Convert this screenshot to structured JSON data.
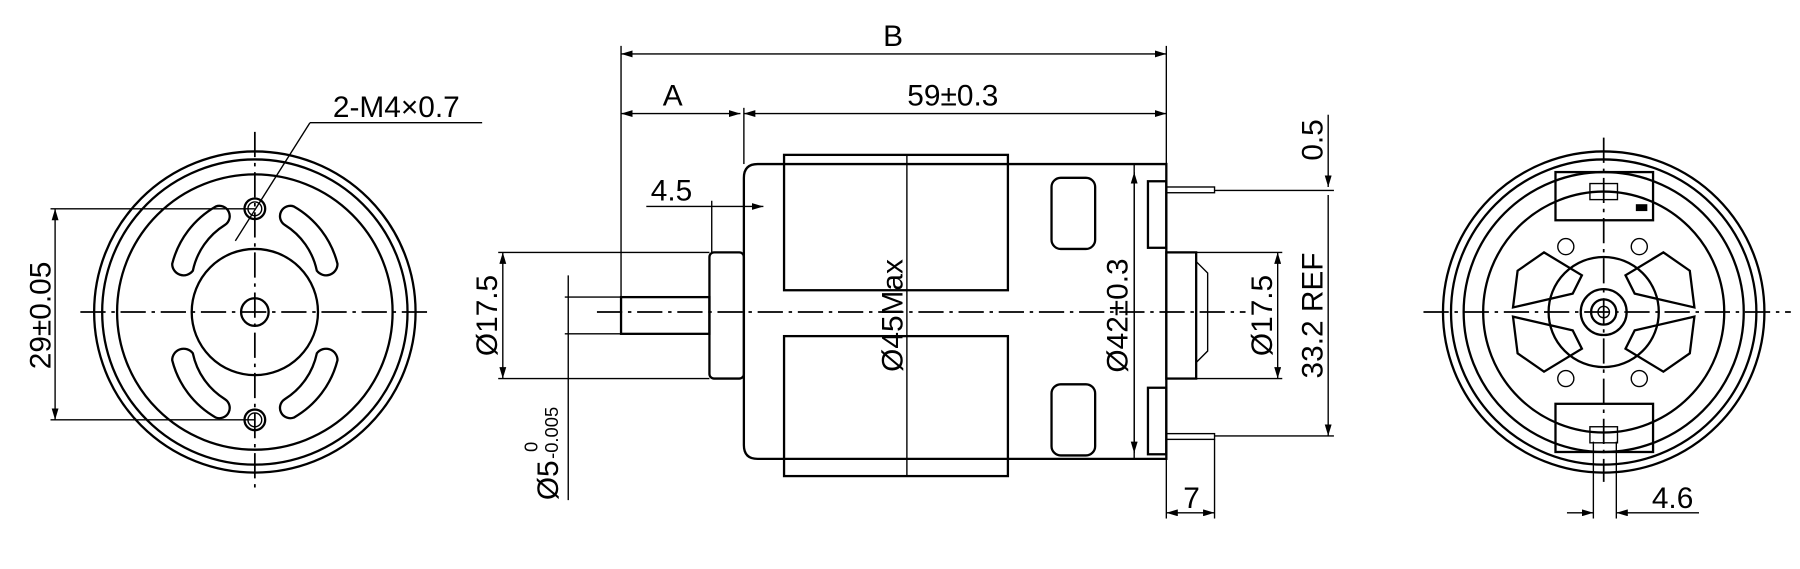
{
  "dimensions": {
    "b_label": "B",
    "a_label": "A",
    "body_length": "59±0.3",
    "thread_note": "2-M4×0.7",
    "hole_spacing": "29±0.05",
    "flange_offset": "4.5",
    "front_boss_dia": "Ø17.5",
    "shaft_dia": "Ø5",
    "shaft_tol_upper": "0",
    "shaft_tol_lower": "-0.005",
    "body_max_dia": "Ø45Max",
    "endcap_dia": "Ø42±0.3",
    "rear_boss_dia": "Ø17.5",
    "terminal_spacing": "33.2 REF",
    "terminal_thickness": "0.5",
    "terminal_length": "7",
    "terminal_width": "4.6"
  }
}
